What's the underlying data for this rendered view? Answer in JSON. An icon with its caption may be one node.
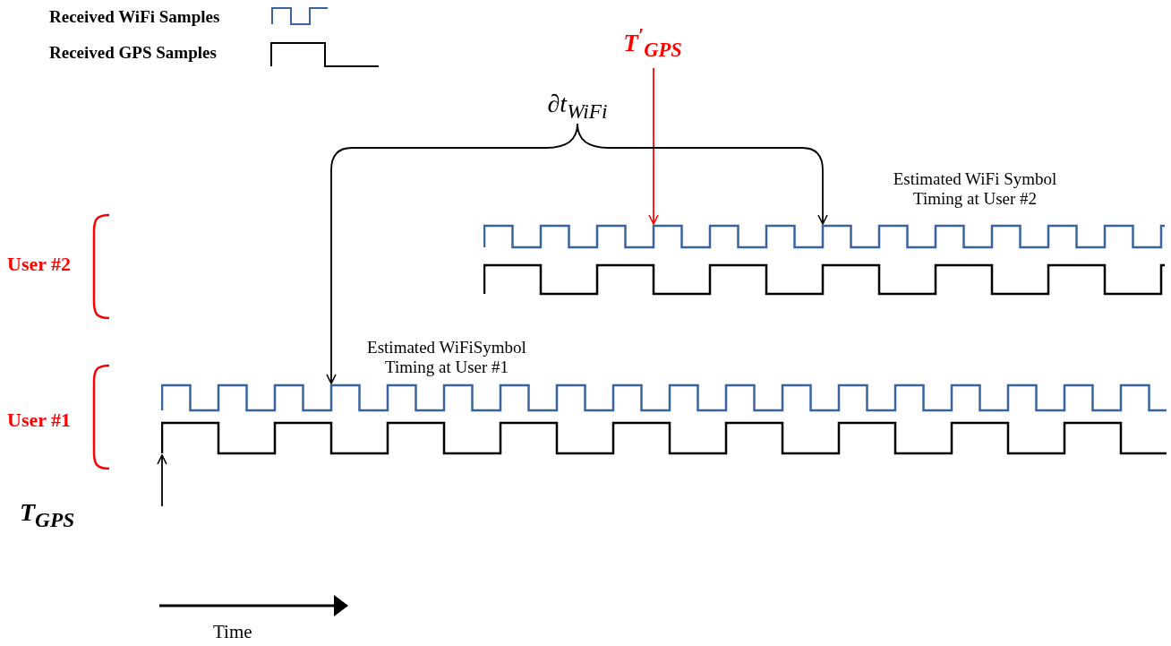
{
  "diagram": {
    "nodes": [
      {
        "text": [
          "T$^{′}$$_{GPS}$"
        ]
      },
      {
        "text": [
          "∂t$_{WiFi}$"
        ]
      },
      {
        "text": [],
        "shape": "waveform"
      },
      {
        "text": [],
        "shape": "waveform"
      },
      {
        "text": [],
        "shape": "waveform"
      },
      {
        "text": [],
        "shape": "waveform"
      }
    ],
    "edges": [
      {
        "from": 0,
        "to": 2,
        "arrow": "to",
        "color": "#ff0000"
      },
      {
        "from": 1,
        "to": 4,
        "arrow": "to"
      },
      {
        "from": 1,
        "to": 2,
        "arrow": "to"
      },
      {
        "from": null,
        "to": 5,
        "arrow": "to"
      }
    ],
    "labels": [
      "Estimated WiFi Symbol Timing at User #2",
      "User #2",
      "Estimated WiFiSymbol Timing at User #1",
      "User #1",
      "T$_{GPS}$",
      "Time"
    ],
    "legend": [
      {
        "text": "Received WiFi Samples"
      },
      {
        "text": "Received GPS Samples"
      }
    ]
  }
}
